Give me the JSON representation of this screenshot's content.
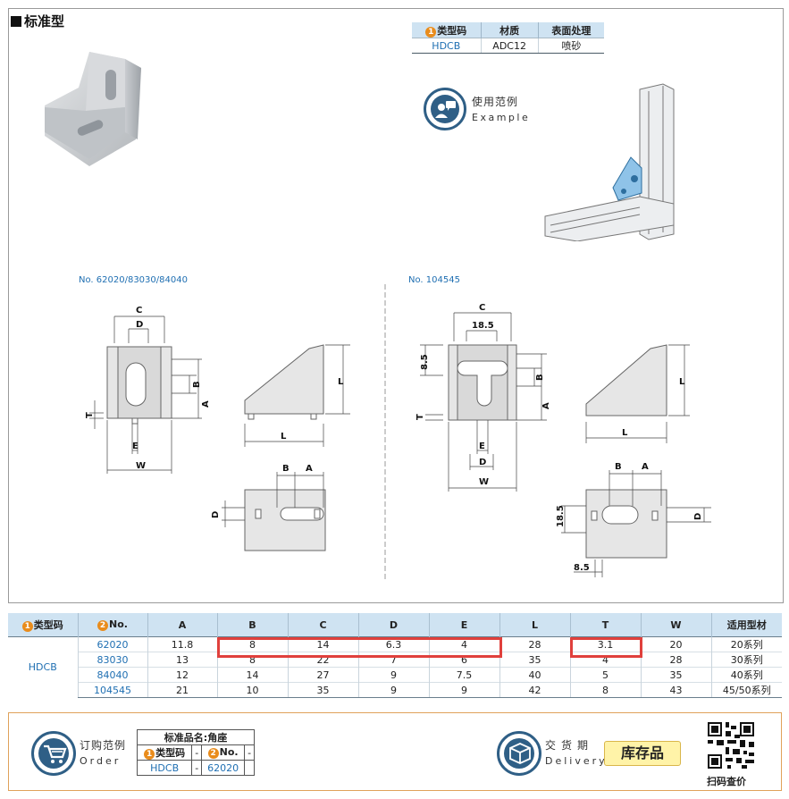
{
  "header": {
    "title": "标准型"
  },
  "spec_table": {
    "headers": [
      "类型码",
      "材质",
      "表面处理"
    ],
    "header_badge": "1",
    "row": [
      "HDCB",
      "ADC12",
      "喷砂"
    ]
  },
  "example": {
    "cn": "使用范例",
    "en": "Example"
  },
  "drawings": {
    "left_title": "No. 62020/83030/84040",
    "right_title": "No. 104545",
    "labels": {
      "A": "A",
      "B": "B",
      "C": "C",
      "D": "D",
      "E": "E",
      "L": "L",
      "T": "T",
      "W": "W"
    },
    "right_dims": {
      "c_inner": "18.5",
      "h85": "8.5",
      "v185": "18.5",
      "b85": "8.5"
    }
  },
  "main_table": {
    "headers": [
      "类型码",
      "No.",
      "A",
      "B",
      "C",
      "D",
      "E",
      "L",
      "T",
      "W",
      "适用型材"
    ],
    "header_badges": [
      "1",
      "2"
    ],
    "type_code": "HDCB",
    "rows": [
      [
        "62020",
        "11.8",
        "8",
        "14",
        "6.3",
        "4",
        "28",
        "3.1",
        "20",
        "20系列"
      ],
      [
        "83030",
        "13",
        "8",
        "22",
        "7",
        "6",
        "35",
        "4",
        "28",
        "30系列"
      ],
      [
        "84040",
        "12",
        "14",
        "27",
        "9",
        "7.5",
        "40",
        "5",
        "35",
        "40系列"
      ],
      [
        "104545",
        "21",
        "10",
        "35",
        "9",
        "9",
        "42",
        "8",
        "43",
        "45/50系列"
      ]
    ]
  },
  "order": {
    "cn": "订购范例",
    "en": "Order",
    "table_title": "标准品名:角座",
    "col1_label": "类型码",
    "col2_label": "No.",
    "badges": [
      "1",
      "2"
    ],
    "dash": "-",
    "type_code": "HDCB",
    "no": "62020"
  },
  "delivery": {
    "cn": "交货期",
    "en": "Delivery",
    "stock": "库存品"
  },
  "qr": {
    "label": "扫码查价"
  },
  "colors": {
    "accent": "#2f5f86",
    "header_bg": "#cfe3f2",
    "highlight": "#e0403c",
    "badge": "#e98c1c",
    "link": "#1f6fb2"
  }
}
